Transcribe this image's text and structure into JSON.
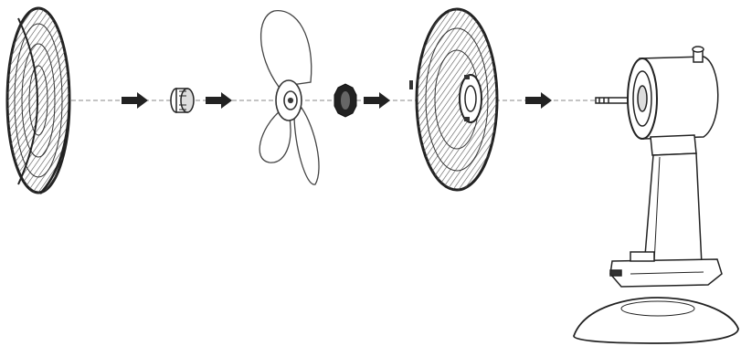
{
  "diagram": {
    "kind": "exploded-assembly",
    "steps": [
      {
        "part": "front-grill"
      },
      {
        "part": "spinner-cap"
      },
      {
        "part": "fan-blade"
      },
      {
        "part": "rear-nut"
      },
      {
        "part": "rear-grill"
      },
      {
        "part": "motor-stand-base"
      }
    ],
    "colors": {
      "line": "#333333",
      "dark": "#222222",
      "grid": "#555555",
      "white": "#ffffff"
    }
  }
}
